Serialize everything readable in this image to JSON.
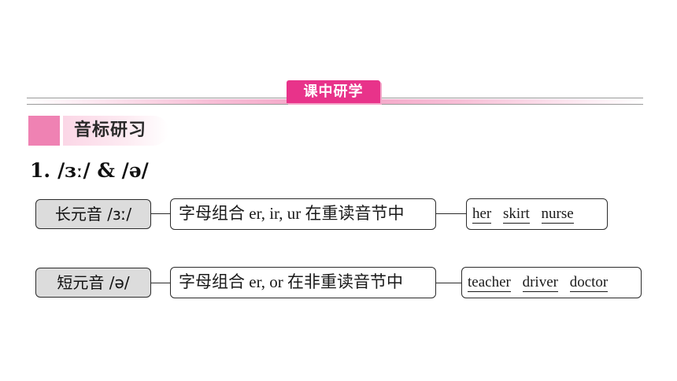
{
  "banner": {
    "title": "课中研学"
  },
  "section": {
    "heading": "音标研习"
  },
  "item": {
    "number": "1.",
    "phonemes": "/ɜː/ & /ə/"
  },
  "rows": [
    {
      "sound_label": "长元音 /ɜː/",
      "rule": "字母组合 er, ir, ur 在重读音节中",
      "words": [
        "her",
        "skirt",
        "nurse"
      ]
    },
    {
      "sound_label": "短元音 /ə/",
      "rule": "字母组合 er, or 在非重读音节中",
      "words": [
        "teacher",
        "driver",
        "doctor"
      ]
    }
  ],
  "colors": {
    "accent": "#e8338a",
    "accent_light": "#ef82b3",
    "box_gray": "#dcdcdc"
  }
}
